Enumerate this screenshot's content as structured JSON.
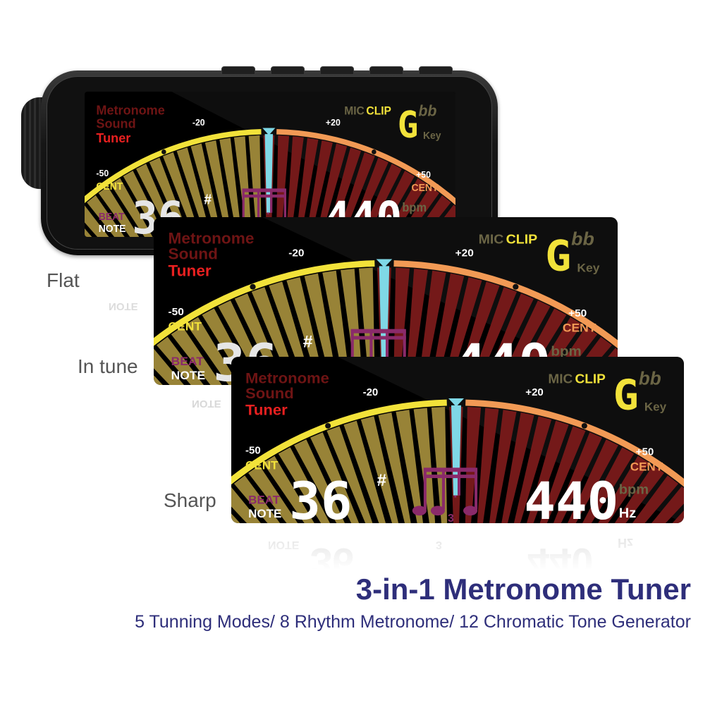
{
  "labels": {
    "flat": "Flat",
    "in_tune": "In tune",
    "sharp": "Sharp"
  },
  "display": {
    "mode_metronome": "Metronome",
    "mode_sound": "Sound",
    "mode_tuner": "Tuner",
    "mic": "MIC",
    "clip": "CLIP",
    "key_note": "G",
    "flat_signs": "bb",
    "key": "Key",
    "minus_20": "-20",
    "plus_20": "+20",
    "minus_50": "-50",
    "plus_50": "+50",
    "cent": "CENT",
    "beat": "BEAT",
    "note": "NOTE",
    "beat_value": "36",
    "sharp_sign": "#",
    "frequency": "440",
    "bpm": "bpm",
    "hz": "Hz",
    "triplet": "3"
  },
  "reflection": {
    "note": "NOTE",
    "beat_value": "36",
    "triplet": "3",
    "frequency": "440",
    "hz": "Hz"
  },
  "headline": {
    "title": "3-in-1 Metronome Tuner",
    "subtitle": "5 Tunning Modes/ 8 Rhythm Metronome/ 12 Chromatic Tone Generator"
  },
  "colors": {
    "yellow": "#f2e23a",
    "orange": "#f29a55",
    "cyan": "#7fd8e6",
    "red_text": "#e82020",
    "dark_red_text": "#6e1414",
    "gold_ray": "#a08a3a",
    "red_ray": "#7a1a1a",
    "purple": "#8a2a6a",
    "title_blue": "#2e2e7a"
  }
}
